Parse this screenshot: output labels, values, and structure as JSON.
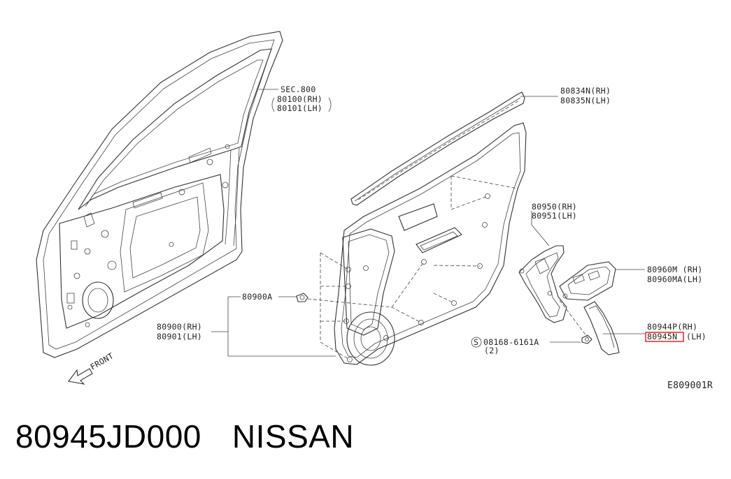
{
  "diagram": {
    "labels": {
      "sec": "SEC.800",
      "sec_rh": "80100(RH)",
      "sec_lh": "80101(LH)",
      "weather_rh": "80834N(RH)",
      "weather_lh": "80835N(LH)",
      "handle_rh": "80950(RH)",
      "handle_lh": "80951(LH)",
      "switch_rh": "80960M (RH)",
      "switch_lh": "80960MA(LH)",
      "clip": "80900A",
      "trim_rh": "80900(RH)",
      "trim_lh": "80901(LH)",
      "finisher_rh": "80944P(RH)",
      "finisher_lh_code": "80945N",
      "finisher_lh_suffix": "(LH)",
      "screw": "08168-6161A",
      "screw_qty": "(2)",
      "screw_symbol": "S",
      "front": "FRONT",
      "figure_code": "E809001R"
    },
    "highlight_color": "#e8322e"
  },
  "footer": {
    "part_number": "80945JD000",
    "brand": "NISSAN"
  }
}
